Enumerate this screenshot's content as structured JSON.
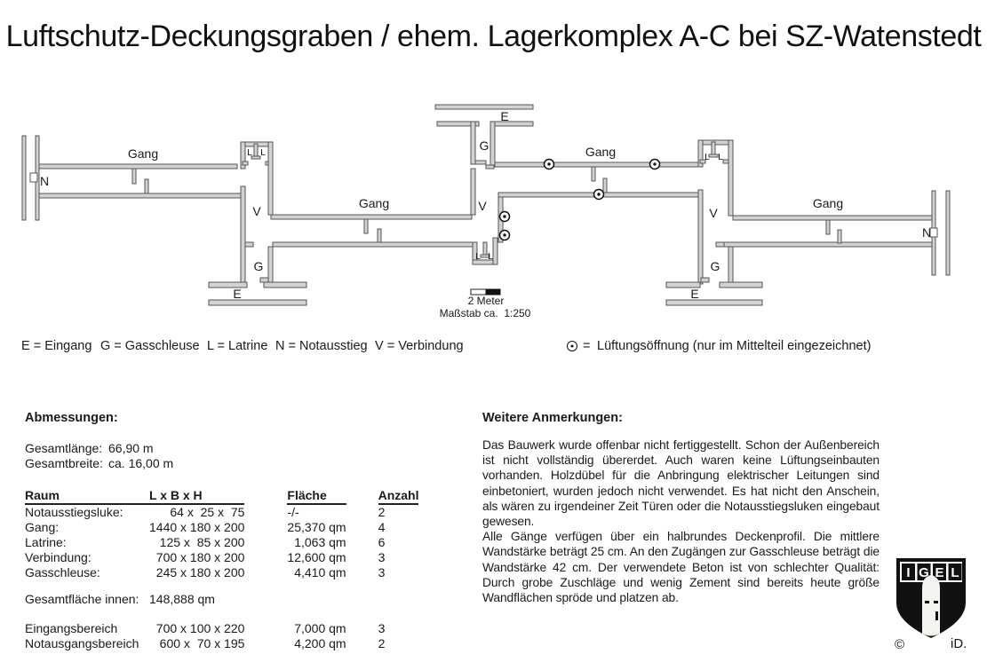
{
  "title": "Luftschutz-Deckungsgraben / ehem. Lagerkomplex A-C bei SZ-Watenstedt",
  "plan": {
    "corridor_label": "Gang",
    "rooms": {
      "entrance": "E",
      "gas_lock": "G",
      "latrine": "L",
      "emergency_exit": "N",
      "connection": "V"
    },
    "scale_length": "2 Meter",
    "scale_ratio": "Maßstab ca.  1:250"
  },
  "legend": {
    "entries": [
      "E = Eingang",
      "G = Gasschleuse",
      "L = Latrine",
      "N = Notausstieg",
      "V = Verbindung"
    ],
    "vent_equals": "=",
    "vent_text": "Lüftungsöffnung (nur im Mittelteil eingezeichnet)"
  },
  "dimensions": {
    "heading": "Abmessungen:",
    "total_length_label": "Gesamtlänge:",
    "total_length_value": "66,90 m",
    "total_width_label": "Gesamtbreite:",
    "total_width_value": "ca. 16,00 m",
    "table": {
      "headers": [
        "Raum",
        "L x B x H",
        "Fläche",
        "Anzahl"
      ],
      "rows": [
        {
          "name": "Notausstiegsluke:",
          "size": "64 x  25 x  75",
          "area": "-/-",
          "count": "2"
        },
        {
          "name": "Gang:",
          "size": "1440 x 180 x 200",
          "area": "25,370 qm",
          "count": "4"
        },
        {
          "name": "Latrine:",
          "size": "125 x  85 x 200",
          "area": "1,063 qm",
          "count": "6"
        },
        {
          "name": "Verbindung:",
          "size": "700 x 180 x 200",
          "area": "12,600 qm",
          "count": "3"
        },
        {
          "name": "Gasschleuse:",
          "size": "245 x 180 x 200",
          "area": "4,410 qm",
          "count": "3"
        }
      ],
      "total_label": "Gesamtfläche innen:",
      "total_value": "148,888 qm",
      "extra_rows": [
        {
          "name": "Eingangsbereich",
          "size": "700 x 100 x 220",
          "area": "7,000 qm",
          "count": "3"
        },
        {
          "name": "Notausgangsbereich",
          "size": "600 x  70 x 195",
          "area": "4,200 qm",
          "count": "2"
        }
      ]
    }
  },
  "notes": {
    "heading": "Weitere Anmerkungen:",
    "paragraphs": [
      "Das Bauwerk wurde offenbar nicht fertiggestellt. Schon der Außenbereich ist nicht vollständig übererdet. Auch waren keine Lüftungseinbauten vorhanden. Holzdübel für die Anbringung elektrischer Leitungen sind einbetoniert, wurden jedoch nicht verwendet. Es hat nicht den Anschein, als wären zu irgendeiner Zeit Türen oder die Notausstiegsluken eingebaut gewesen.",
      "Alle Gänge verfügen über ein halbrundes Deckenprofil. Die mittlere Wandstärke beträgt 25 cm. An den Zugängen zur Gasschleuse beträgt die Wandstärke 42 cm. Der verwendete Beton ist von schlechter Qualität: Durch grobe Zuschläge und wenig Zement sind bereits heute größe Wandflächen spröde und platzen ab."
    ]
  },
  "logo": {
    "letters": [
      "I",
      "G",
      "E",
      "L"
    ],
    "copyright": "©",
    "signature": "iD."
  },
  "colors": {
    "wall_fill": "#d2d2d2",
    "wall_stroke": "#555555",
    "text": "#1a1a1a"
  }
}
